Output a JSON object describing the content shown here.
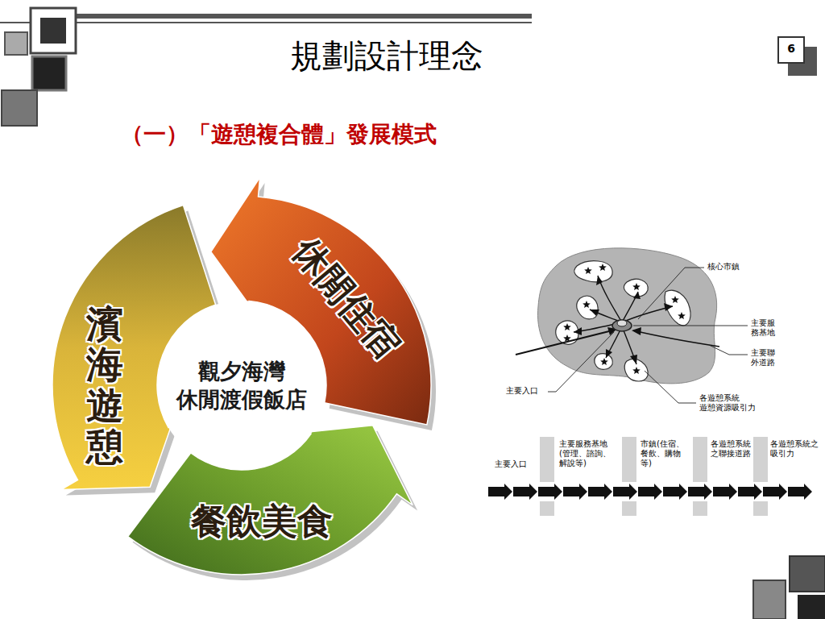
{
  "diagram": {
    "title": "規劃設計理念",
    "nodes": [
      {
        "text": [
          "觀夕海灣 休閒渡假飯店"
        ]
      },
      {
        "text": [
          "休閒住宿"
        ]
      },
      {
        "text": [
          "餐飲美食"
        ]
      },
      {
        "text": [
          "濱海遊憩"
        ]
      }
    ],
    "labels": [
      "（一）「遊憩複合體」發展模式",
      "6",
      "核心市鎮",
      "主要服務基地",
      "主要聯外道路",
      "主要入口",
      "各遊憩系統 遊憩資源吸引力",
      "主要入口",
      "主要服務基地(管理、諮詢、解說等)",
      "市鎮(住宿、餐飲、購物等)",
      "各遊憩系統之聯接道路",
      "各遊憩系統之吸引力"
    ]
  }
}
